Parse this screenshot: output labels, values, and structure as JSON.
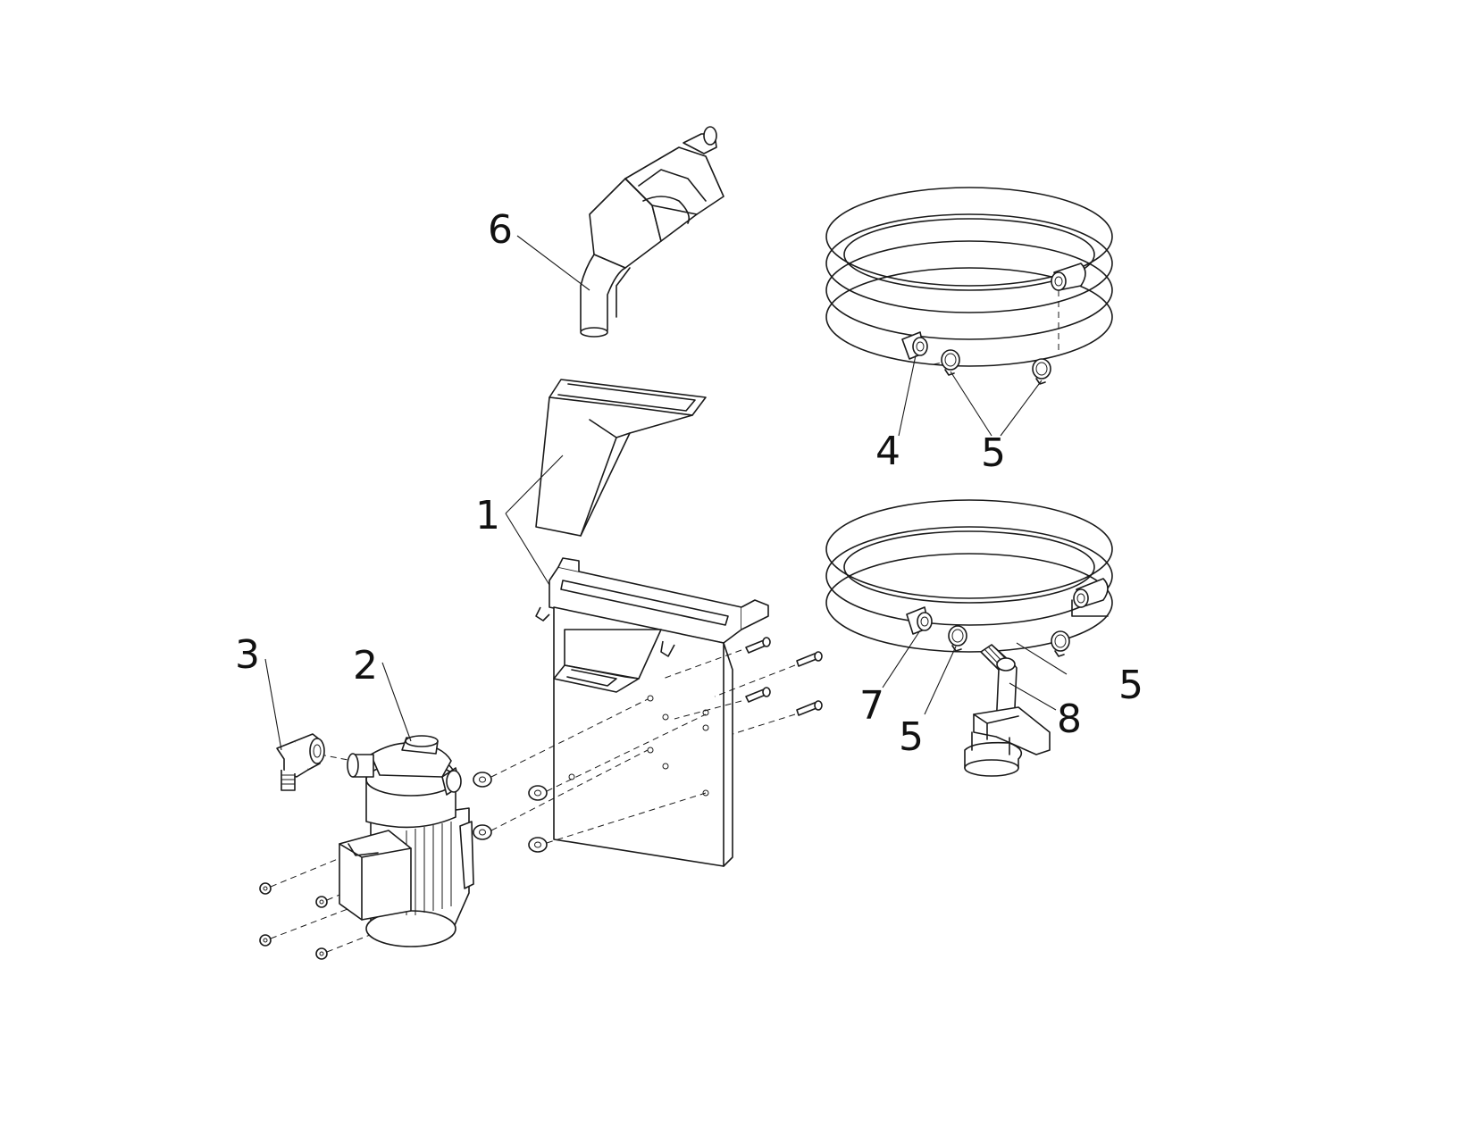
{
  "diagram": {
    "type": "exploded-parts-view",
    "callouts": [
      {
        "id": "c1",
        "label": "1",
        "part": "funnel-and-mounting-bracket"
      },
      {
        "id": "c2",
        "label": "2",
        "part": "pump-motor"
      },
      {
        "id": "c3",
        "label": "3",
        "part": "elbow-fitting"
      },
      {
        "id": "c4",
        "label": "4",
        "part": "hose-end"
      },
      {
        "id": "c5a",
        "label": "5",
        "part": "hose-clamp"
      },
      {
        "id": "c6",
        "label": "6",
        "part": "nozzle"
      },
      {
        "id": "c7",
        "label": "7",
        "part": "hose-end"
      },
      {
        "id": "c5b",
        "label": "5",
        "part": "hose-clamp"
      },
      {
        "id": "c8",
        "label": "8",
        "part": "suction-pipe-with-foot-valve"
      },
      {
        "id": "c5c",
        "label": "5",
        "part": "hose-clamp"
      }
    ]
  }
}
